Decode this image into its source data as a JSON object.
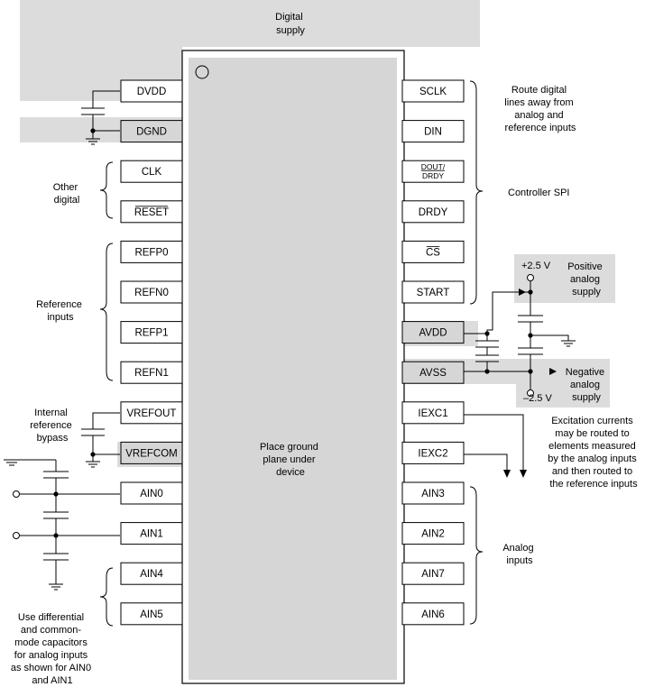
{
  "regions": {
    "digital_supply": [
      "Digital",
      "supply"
    ],
    "positive_supply": [
      "Positive",
      "analog",
      "supply"
    ],
    "negative_supply": [
      "Negative",
      "analog",
      "supply"
    ]
  },
  "voltages": {
    "plus": "+2.5 V",
    "minus": "–2.5 V"
  },
  "pins": {
    "left": [
      "DVDD",
      "DGND",
      "CLK",
      "RESET",
      "REFP0",
      "REFN0",
      "REFP1",
      "REFN1",
      "VREFOUT",
      "VREFCOM",
      "AIN0",
      "AIN1",
      "AIN4",
      "AIN5"
    ],
    "right": [
      "SCLK",
      "DIN",
      "DOUT/DRDY",
      "DRDY",
      "CS",
      "START",
      "AVDD",
      "AVSS",
      "IEXC1",
      "IEXC2",
      "AIN3",
      "AIN2",
      "AIN7",
      "AIN6"
    ],
    "dout_top": "DOUT/",
    "dout_bottom": "DRDY"
  },
  "chip_center": [
    "Place ground",
    "plane under",
    "device"
  ],
  "annotations": {
    "route_digital": [
      "Route digital",
      "lines away from",
      "analog and",
      "reference inputs"
    ],
    "controller_spi": "Controller SPI",
    "other_digital": [
      "Other",
      "digital"
    ],
    "reference_inputs": [
      "Reference",
      "inputs"
    ],
    "internal_ref": [
      "Internal",
      "reference",
      "bypass"
    ],
    "excitation": [
      "Excitation currents",
      "may be routed to",
      "elements measured",
      "by the analog inputs",
      "and then routed to",
      "the reference inputs"
    ],
    "analog_inputs": [
      "Analog",
      "inputs"
    ],
    "use_differential": [
      "Use differential",
      "and common-",
      "mode capacitors",
      "for analog inputs",
      "as shown for AIN0",
      "and AIN1"
    ]
  }
}
